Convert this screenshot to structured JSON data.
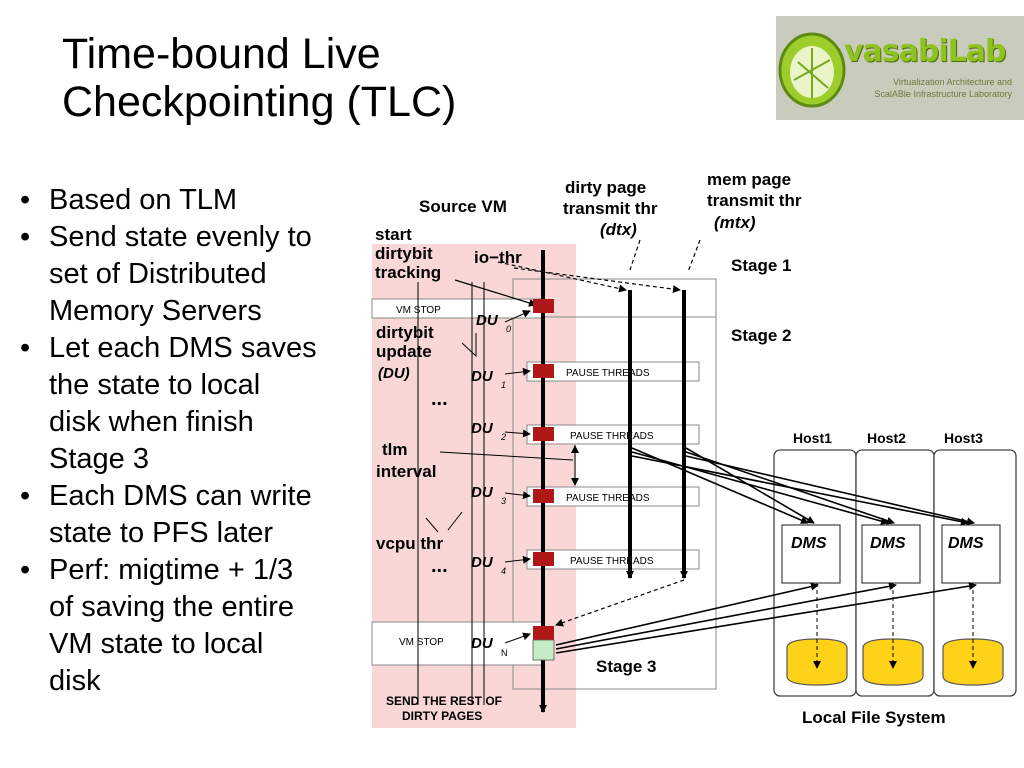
{
  "title": {
    "line1": "Time-bound Live",
    "line2": "Checkpointing (TLC)"
  },
  "logo": {
    "brand": "vasabiLab",
    "subtitle_line1": "Virtualization Architecture and",
    "subtitle_line2": "ScalABle Infrastructure Laboratory"
  },
  "bullets": [
    {
      "lines": [
        "Based on TLM"
      ]
    },
    {
      "lines": [
        "Send state evenly to",
        "set of Distributed",
        "Memory Servers"
      ]
    },
    {
      "lines": [
        "Let each DMS saves",
        "the state to local",
        "disk when finish",
        "Stage 3"
      ]
    },
    {
      "lines": [
        "Each DMS can write",
        "state to PFS later"
      ]
    },
    {
      "lines": [
        "Perf: migtime + 1/3",
        "of saving the entire",
        "VM state to local",
        "disk"
      ]
    }
  ],
  "diagram": {
    "source_vm": "Source VM",
    "dirty_page_thr": [
      "dirty page",
      "transmit thr",
      "(dtx)"
    ],
    "mem_page_thr": [
      "mem page",
      "transmit thr",
      "(mtx)"
    ],
    "start_tracking": [
      "start",
      "dirtybit",
      "tracking"
    ],
    "io_thr": "io−thr",
    "stage1": "Stage 1",
    "stage2": "Stage 2",
    "stage3": "Stage 3",
    "vm_stop": "VM STOP",
    "dirtybit_update": [
      "dirtybit",
      "update",
      "(DU)"
    ],
    "du": "DU",
    "du_subs": [
      "0",
      "1",
      "2",
      "3",
      "4",
      "N"
    ],
    "pause_threads": "PAUSE THREADS",
    "ellipsis": "...",
    "tlm_interval": [
      "tlm",
      "interval"
    ],
    "vcpu_thr": "vcpu thr",
    "send_rest": [
      "SEND THE REST OF",
      "DIRTY PAGES"
    ],
    "hosts": [
      "Host1",
      "Host2",
      "Host3"
    ],
    "dms": "DMS",
    "local_fs": "Local File System"
  },
  "colors": {
    "pink_region": "#f9d7d7",
    "du_marker": "#b01818",
    "green_marker": "#c6ecc6",
    "disk": "#ffd21a"
  }
}
